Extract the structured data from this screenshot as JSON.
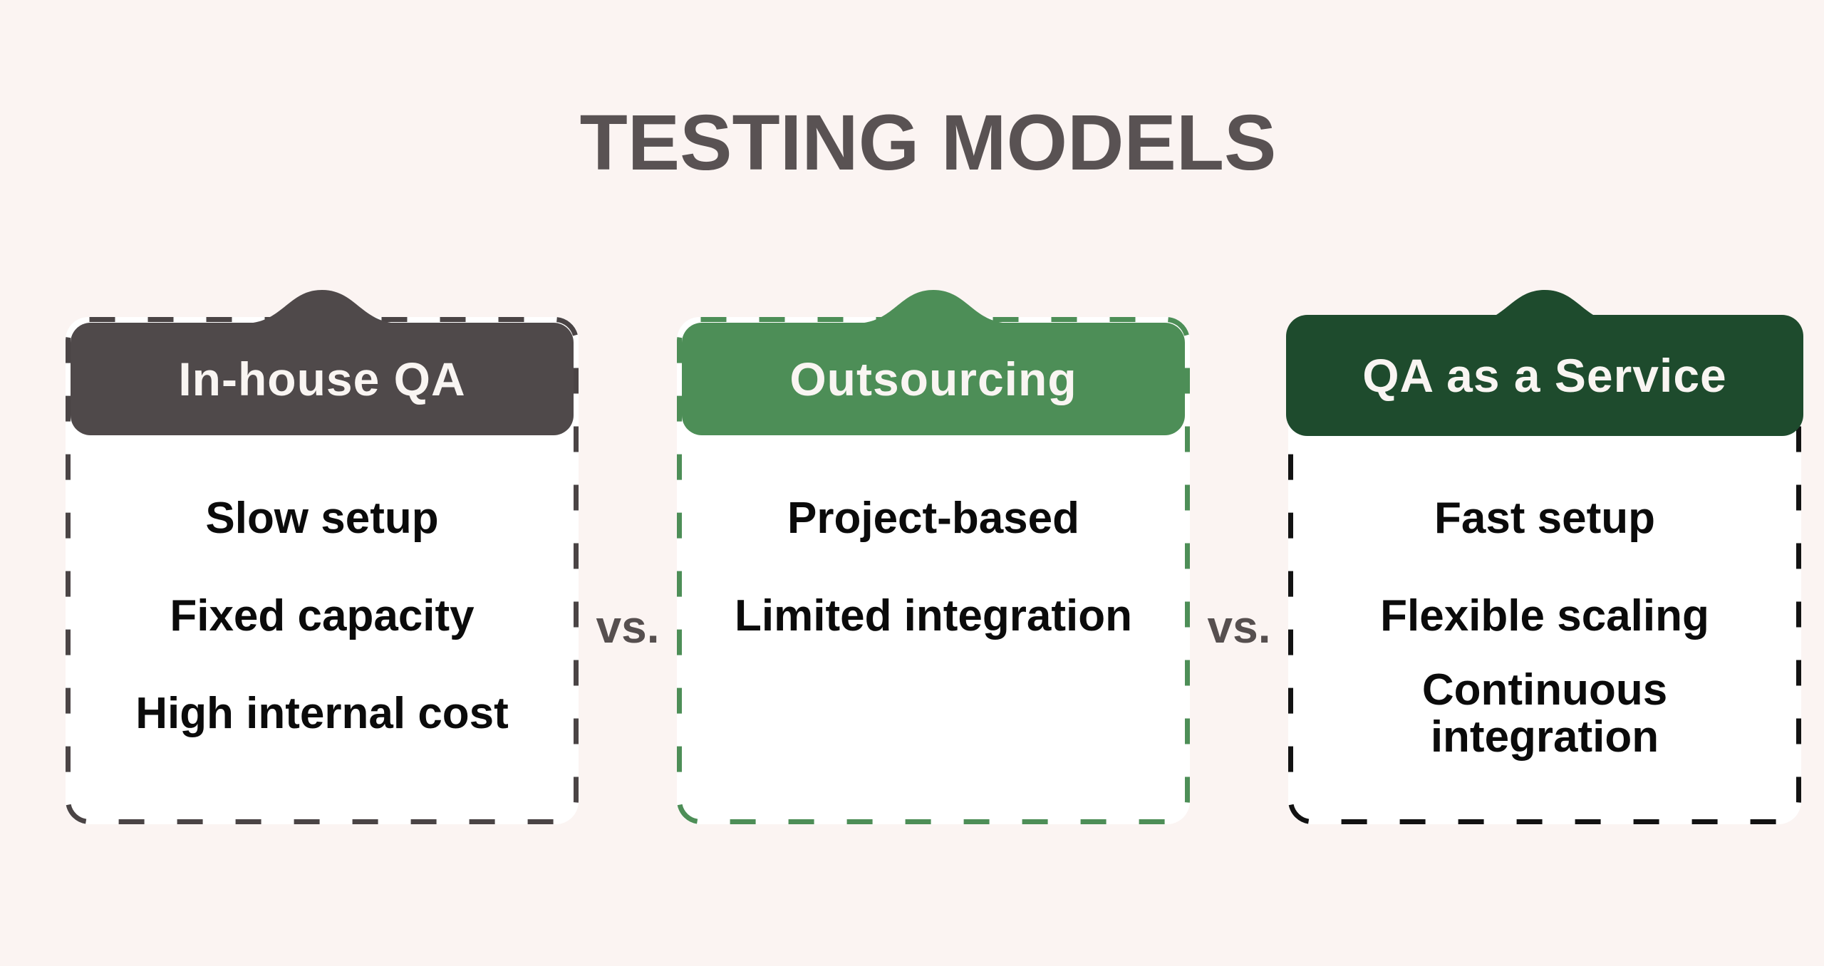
{
  "title": "TESTING MODELS",
  "colors": {
    "background": "#FBF4F2",
    "title_text": "#595253",
    "body_text": "#0B0B0B",
    "header_text": "#F9F5F2",
    "card_background": "#FFFFFF",
    "vs_text": "#564F4F"
  },
  "separators": [
    "vs.",
    "vs."
  ],
  "cards": [
    {
      "title": "In-house QA",
      "items": [
        "Slow setup",
        "Fixed capacity",
        "High internal cost"
      ],
      "colors": {
        "header": "#4F494A",
        "border": "#4A4445"
      }
    },
    {
      "title": "Outsourcing",
      "items": [
        "Project-based",
        "Limited integration"
      ],
      "colors": {
        "header": "#4D8E57",
        "border": "#4D8E57"
      }
    },
    {
      "title": "QA as a Service",
      "items": [
        "Fast setup",
        "Flexible scaling",
        "Continuous integration"
      ],
      "colors": {
        "header": "#1E4B2D",
        "border": "#121212"
      }
    }
  ]
}
